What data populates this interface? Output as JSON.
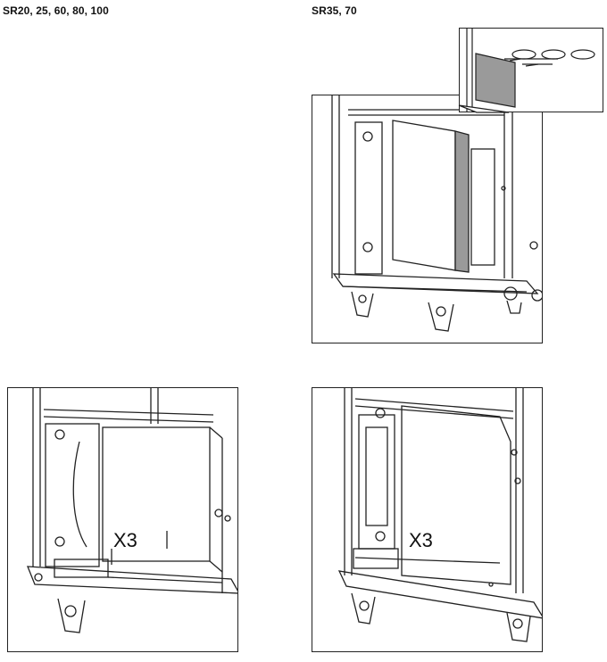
{
  "captions": {
    "left_models": "SR20, 25, 60, 80, 100",
    "right_models": "SR35, 70"
  },
  "figures": {
    "bottom_left_count": "X3",
    "bottom_right_count": "X3"
  },
  "icons": {
    "fastener": "screw-icon",
    "cover_panel": "panel-icon"
  },
  "colors": {
    "line": "#222222",
    "panel_fill": "#9a9a9a"
  }
}
